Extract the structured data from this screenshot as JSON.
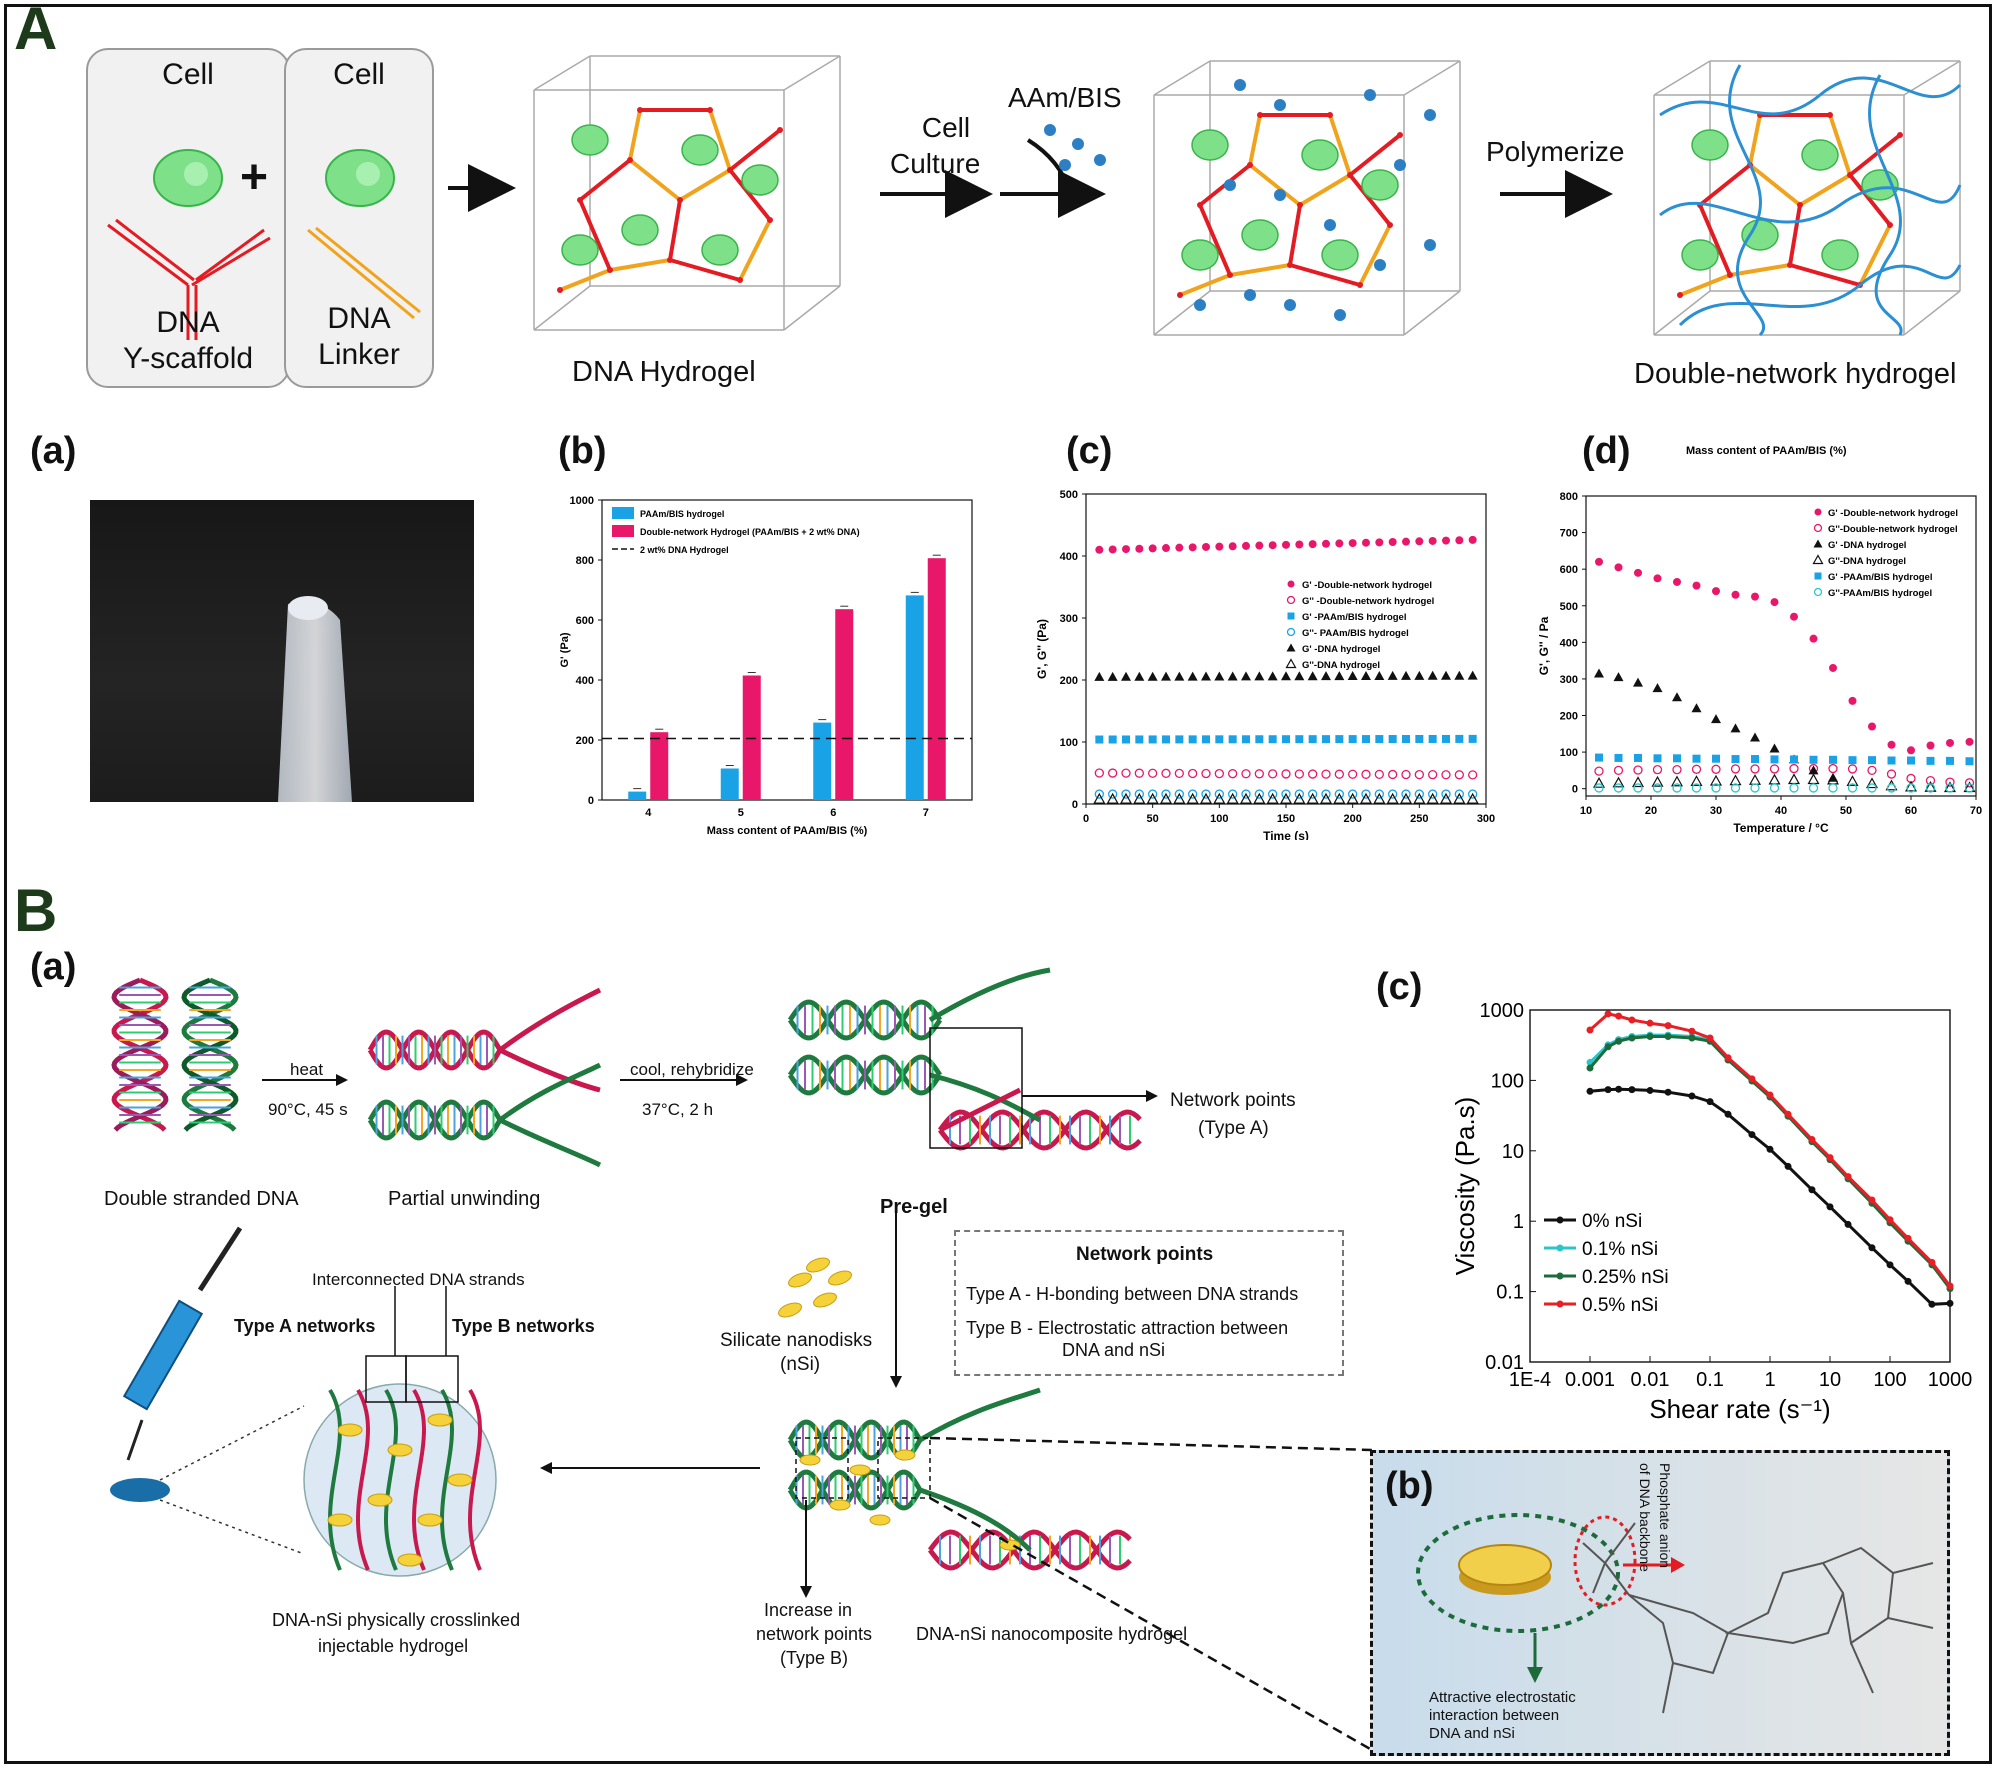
{
  "panel_A": {
    "letter": "A",
    "card1": {
      "top": "Cell",
      "bottom_line1": "DNA",
      "bottom_line2": "Y-scaffold"
    },
    "plus": "+",
    "card2": {
      "top": "Cell",
      "bottom_line1": "DNA",
      "bottom_line2": "Linker"
    },
    "cube1_label": "DNA Hydrogel",
    "step1_line1": "Cell",
    "step1_line2": "Culture",
    "step2": "AAm/BIS",
    "step3": "Polymerize",
    "cube3_label": "Double-network hydrogel",
    "sub_a": "(a)",
    "sub_b": "(b)",
    "sub_c": "(c)",
    "sub_d": "(d)"
  },
  "panel_B": {
    "letter": "B",
    "sub_a": "(a)",
    "sub_b": "(b)",
    "sub_c": "(c)",
    "dsdna": "Double stranded DNA",
    "heat": "heat",
    "heat_cond": "90°C, 45 s",
    "unwinding": "Partial unwinding",
    "cool": "cool, rehybridize",
    "cool_cond": "37°C, 2 h",
    "network_points_A_1": "Network points",
    "network_points_A_2": "(Type A)",
    "pregel": "Pre-gel",
    "box_title": "Network points",
    "box_line1": "Type A - H-bonding between DNA strands",
    "box_line2": "Type B - Electrostatic attraction between",
    "box_line3": "DNA and nSi",
    "nsi_1": "Silicate nanodisks",
    "nsi_2": "(nSi)",
    "interconnected": "Interconnected DNA strands",
    "typeA_net": "Type A networks",
    "typeB_net": "Type B networks",
    "injectable_1": "DNA-nSi physically crosslinked",
    "injectable_2": "injectable hydrogel",
    "increase_1": "Increase in",
    "increase_2": "network points",
    "increase_3": "(Type B)",
    "nanocomposite": "DNA-nSi nanocomposite hydrogel",
    "phosphate_1": "Phosphate anion",
    "phosphate_2": "of DNA backbone",
    "attractive_1": "Attractive electrostatic",
    "attractive_2": "interaction between",
    "attractive_3": "DNA and nSi"
  },
  "colors": {
    "pink": "#e8176a",
    "blue": "#1aa2e6",
    "red": "#e81f25",
    "teal": "#2bc4c9",
    "green": "#1d6b3a",
    "black": "#111111",
    "dna_green": "#1f7a3f",
    "dna_red": "#c8194f"
  },
  "chart_data": [
    {
      "id": "A_b",
      "type": "bar",
      "categories": [
        "4",
        "5",
        "6",
        "7"
      ],
      "series": [
        {
          "name": "PAAm/BIS hydrogel",
          "values": [
            28,
            105,
            258,
            682
          ],
          "color": "#1aa2e6"
        },
        {
          "name": "Double-network Hydrogel (PAAm/BIS + 2 wt% DNA)",
          "values": [
            226,
            415,
            636,
            806
          ],
          "color": "#e8176a"
        }
      ],
      "reference_line": {
        "name": "2 wt% DNA Hydrogel",
        "value": 205
      },
      "xlabel": "Mass content of PAAm/BIS (%)",
      "ylabel": "G' (Pa)",
      "ylim": [
        0,
        1000
      ],
      "yticks": [
        "0",
        "200",
        "400",
        "600",
        "800",
        "1000"
      ],
      "legend": "top-left"
    },
    {
      "id": "A_c",
      "type": "scatter",
      "x": [
        10,
        20,
        30,
        40,
        50,
        60,
        70,
        80,
        90,
        100,
        110,
        120,
        130,
        140,
        150,
        160,
        170,
        180,
        190,
        200,
        210,
        220,
        230,
        240,
        250,
        260,
        270,
        280,
        290
      ],
      "series": [
        {
          "name": "G' -Double-network hydrogel",
          "y0": 410,
          "y1": 426,
          "marker": "dot",
          "color": "#e8176a"
        },
        {
          "name": "G'' -Double-network hydrogel",
          "y0": 50,
          "y1": 47,
          "marker": "circle",
          "color": "#e8176a"
        },
        {
          "name": "G' -PAAm/BIS hydrogel",
          "y0": 104,
          "y1": 105,
          "marker": "square",
          "color": "#1aa2e6"
        },
        {
          "name": "G''- PAAm/BIS hydrogel",
          "y0": 16,
          "y1": 16,
          "marker": "circle",
          "color": "#1aa2e6"
        },
        {
          "name": "G' -DNA hydrogel",
          "y0": 205,
          "y1": 207,
          "marker": "triangle",
          "color": "#111111"
        },
        {
          "name": "G''-DNA hydrogel",
          "y0": 8,
          "y1": 8,
          "marker": "triangle-open",
          "color": "#111111"
        }
      ],
      "xlabel": "Time (s)",
      "ylabel": "G', G'' (Pa)",
      "xlim": [
        0,
        300
      ],
      "ylim": [
        0,
        500
      ],
      "xticks": [
        "0",
        "50",
        "100",
        "150",
        "200",
        "250",
        "300"
      ],
      "yticks": [
        "0",
        "100",
        "200",
        "300",
        "400",
        "500"
      ],
      "legend": "right"
    },
    {
      "id": "A_d",
      "type": "scatter",
      "title": "Mass content of PAAm/BIS (%)",
      "series": [
        {
          "name": "G' -Double-network hydrogel",
          "marker": "dot",
          "color": "#e8176a",
          "x": [
            12,
            15,
            18,
            21,
            24,
            27,
            30,
            33,
            36,
            39,
            42,
            45,
            48,
            51,
            54,
            57,
            60,
            63,
            66,
            69
          ],
          "y": [
            620,
            605,
            590,
            575,
            565,
            555,
            540,
            530,
            525,
            510,
            470,
            410,
            330,
            240,
            170,
            120,
            105,
            118,
            125,
            128
          ]
        },
        {
          "name": "G''-Double-network hydrogel",
          "marker": "circle",
          "color": "#e8176a",
          "x": [
            12,
            15,
            18,
            21,
            24,
            27,
            30,
            33,
            36,
            39,
            42,
            45,
            48,
            51,
            54,
            57,
            60,
            63,
            66,
            69
          ],
          "y": [
            48,
            50,
            51,
            52,
            52,
            53,
            53,
            54,
            54,
            54,
            55,
            55,
            55,
            54,
            50,
            40,
            28,
            22,
            18,
            16
          ]
        },
        {
          "name": "G' -DNA hydrogel",
          "marker": "triangle",
          "color": "#111111",
          "x": [
            12,
            15,
            18,
            21,
            24,
            27,
            30,
            33,
            36,
            39,
            42,
            45,
            48
          ],
          "y": [
            315,
            305,
            290,
            275,
            250,
            220,
            190,
            165,
            140,
            110,
            80,
            50,
            30
          ]
        },
        {
          "name": "G''-DNA hydrogel",
          "marker": "triangle-open",
          "color": "#111111",
          "x": [
            12,
            15,
            18,
            21,
            24,
            27,
            30,
            33,
            36,
            39,
            42,
            45,
            48,
            51,
            54,
            57,
            60,
            63,
            66,
            69
          ],
          "y": [
            15,
            16,
            17,
            18,
            19,
            20,
            21,
            22,
            23,
            24,
            25,
            25,
            24,
            20,
            14,
            8,
            5,
            4,
            3,
            3
          ]
        },
        {
          "name": "G' -PAAm/BIS hydrogel",
          "marker": "square",
          "color": "#1aa2e6",
          "x": [
            12,
            15,
            18,
            21,
            24,
            27,
            30,
            33,
            36,
            39,
            42,
            45,
            48,
            51,
            54,
            57,
            60,
            63,
            66,
            69
          ],
          "y": [
            85,
            84,
            84,
            83,
            83,
            82,
            82,
            81,
            81,
            80,
            80,
            79,
            79,
            78,
            78,
            77,
            77,
            76,
            76,
            75
          ]
        },
        {
          "name": "G''-PAAm/BIS hydrogel",
          "marker": "circle",
          "color": "#2bc4c9",
          "x": [
            12,
            15,
            18,
            21,
            24,
            27,
            30,
            33,
            36,
            39,
            42,
            45,
            48,
            51,
            54,
            57,
            60,
            63,
            66,
            69
          ],
          "y": [
            2,
            2,
            2,
            2,
            2,
            2,
            2,
            2,
            2,
            2,
            2,
            2,
            2,
            2,
            2,
            2,
            2,
            2,
            2,
            2
          ]
        }
      ],
      "xlabel": "Temperature / °C",
      "ylabel": "G', G'' / Pa",
      "xlim": [
        10,
        70
      ],
      "ylim": [
        -20,
        800
      ],
      "xticks": [
        "10",
        "20",
        "30",
        "40",
        "50",
        "60",
        "70"
      ],
      "yticks": [
        "0",
        "100",
        "200",
        "300",
        "400",
        "500",
        "600",
        "700",
        "800"
      ],
      "legend": "top-right"
    },
    {
      "id": "B_c",
      "type": "line",
      "xscale": "log",
      "yscale": "log",
      "series": [
        {
          "name": "0% nSi",
          "color": "#111111",
          "x": [
            0.001,
            0.002,
            0.003,
            0.005,
            0.01,
            0.02,
            0.05,
            0.1,
            0.2,
            0.5,
            1,
            2,
            5,
            10,
            20,
            50,
            100,
            200,
            500,
            1000
          ],
          "y": [
            70,
            74,
            75,
            74,
            72,
            68,
            60,
            50,
            33,
            17,
            10.5,
            6,
            2.8,
            1.6,
            0.9,
            0.42,
            0.24,
            0.14,
            0.066,
            0.068
          ]
        },
        {
          "name": "0.1% nSi",
          "color": "#2bc4c9",
          "x": [
            0.001,
            0.002,
            0.003,
            0.005,
            0.01,
            0.02,
            0.05,
            0.1,
            0.2,
            0.5,
            1,
            2,
            5,
            10,
            20,
            50,
            100,
            200,
            500,
            1000
          ],
          "y": [
            180,
            320,
            380,
            420,
            440,
            440,
            420,
            380,
            200,
            100,
            60,
            32,
            14,
            7.8,
            4.2,
            1.9,
            1.0,
            0.55,
            0.25,
            0.12
          ]
        },
        {
          "name": "0.25% nSi",
          "color": "#1d6b3a",
          "x": [
            0.001,
            0.002,
            0.003,
            0.005,
            0.01,
            0.02,
            0.05,
            0.1,
            0.2,
            0.5,
            1,
            2,
            5,
            10,
            20,
            50,
            100,
            200,
            500,
            1000
          ],
          "y": [
            150,
            300,
            360,
            400,
            420,
            420,
            400,
            360,
            195,
            98,
            58,
            31,
            13.5,
            7.5,
            4.0,
            1.8,
            0.95,
            0.52,
            0.24,
            0.11
          ]
        },
        {
          "name": "0.5% nSi",
          "color": "#e81f25",
          "x": [
            0.001,
            0.002,
            0.003,
            0.005,
            0.01,
            0.02,
            0.05,
            0.1,
            0.2,
            0.5,
            1,
            2,
            5,
            10,
            20,
            50,
            100,
            200,
            500,
            1000
          ],
          "y": [
            520,
            880,
            820,
            720,
            650,
            600,
            500,
            400,
            210,
            105,
            62,
            33,
            14.5,
            8,
            4.3,
            2.0,
            1.05,
            0.57,
            0.26,
            0.12
          ]
        }
      ],
      "xlabel": "Shear rate (s⁻¹)",
      "ylabel": "Viscosity (Pa.s)",
      "xlim": [
        0.0001,
        1000
      ],
      "ylim": [
        0.01,
        1000
      ],
      "xticks": [
        "1E-4",
        "0.001",
        "0.01",
        "0.1",
        "1",
        "10",
        "100",
        "1000"
      ],
      "yticks": [
        "0.01",
        "0.1",
        "1",
        "10",
        "100",
        "1000"
      ],
      "legend": "bottom-left"
    }
  ]
}
